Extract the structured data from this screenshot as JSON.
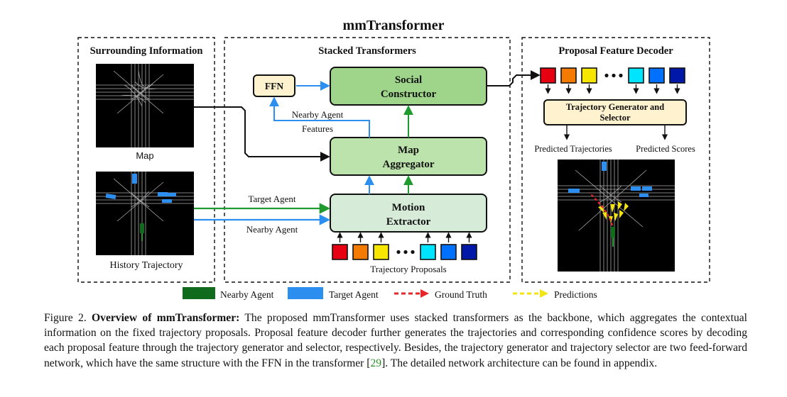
{
  "figure": {
    "title": "mmTransformer",
    "panels": {
      "surrounding": {
        "title": "Surrounding Information",
        "map_label": "Map",
        "history_label": "History Trajectory"
      },
      "stacked": {
        "title": "Stacked Transformers",
        "ffn": "FFN",
        "social_line1": "Social",
        "social_line2": "Constructor",
        "map_line1": "Map",
        "map_line2": "Aggregator",
        "motion_line1": "Motion",
        "motion_line2": "Extractor",
        "nearby_features_line1": "Nearby Agent",
        "nearby_features_line2": "Features",
        "target_agent_arrow": "Target Agent",
        "nearby_agent_arrow": "Nearby Agent",
        "proposals_label": "Trajectory Proposals"
      },
      "decoder": {
        "title": "Proposal Feature Decoder",
        "generator_line1": "Trajectory Generator and",
        "generator_line2": "Selector",
        "predicted_trajectories": "Predicted Trajectories",
        "predicted_scores": "Predicted Scores"
      }
    },
    "proposal_colors": [
      "#e60012",
      "#f47a00",
      "#f7e600",
      "#00e5ff",
      "#0070ff",
      "#0018a8"
    ],
    "legend": {
      "nearby": "Nearby Agent",
      "target": "Target Agent",
      "ground_truth": "Ground Truth",
      "predictions": "Predictions",
      "nearby_color": "#116b1d",
      "target_color": "#2c8ff0",
      "ground_truth_color": "#e8252a",
      "predictions_color": "#f3e514"
    },
    "colors": {
      "social_fill": "#9fd58a",
      "map_fill": "#bde3ad",
      "motion_fill": "#d6ebd8",
      "ffn_fill": "#fff2cf",
      "generator_fill": "#fff2cf",
      "arrow_blue": "#2c8ff0",
      "arrow_green": "#1e9a2e"
    }
  },
  "caption": {
    "label": "Figure 2.",
    "bold_title": "Overview of mmTransformer:",
    "text_before_ref": "The proposed mmTransformer uses stacked transformers as the backbone, which aggregates the contextual information on the fixed trajectory proposals. Proposal feature decoder further generates the trajectories and corresponding confidence scores by decoding each proposal feature through the trajectory generator and selector, respectively. Besides, the trajectory generator and trajectory selector are two feed-forward network, which have the same structure with the FFN in the transformer [",
    "ref": "29",
    "text_after_ref": "]. The detailed network architecture can be found in appendix."
  }
}
